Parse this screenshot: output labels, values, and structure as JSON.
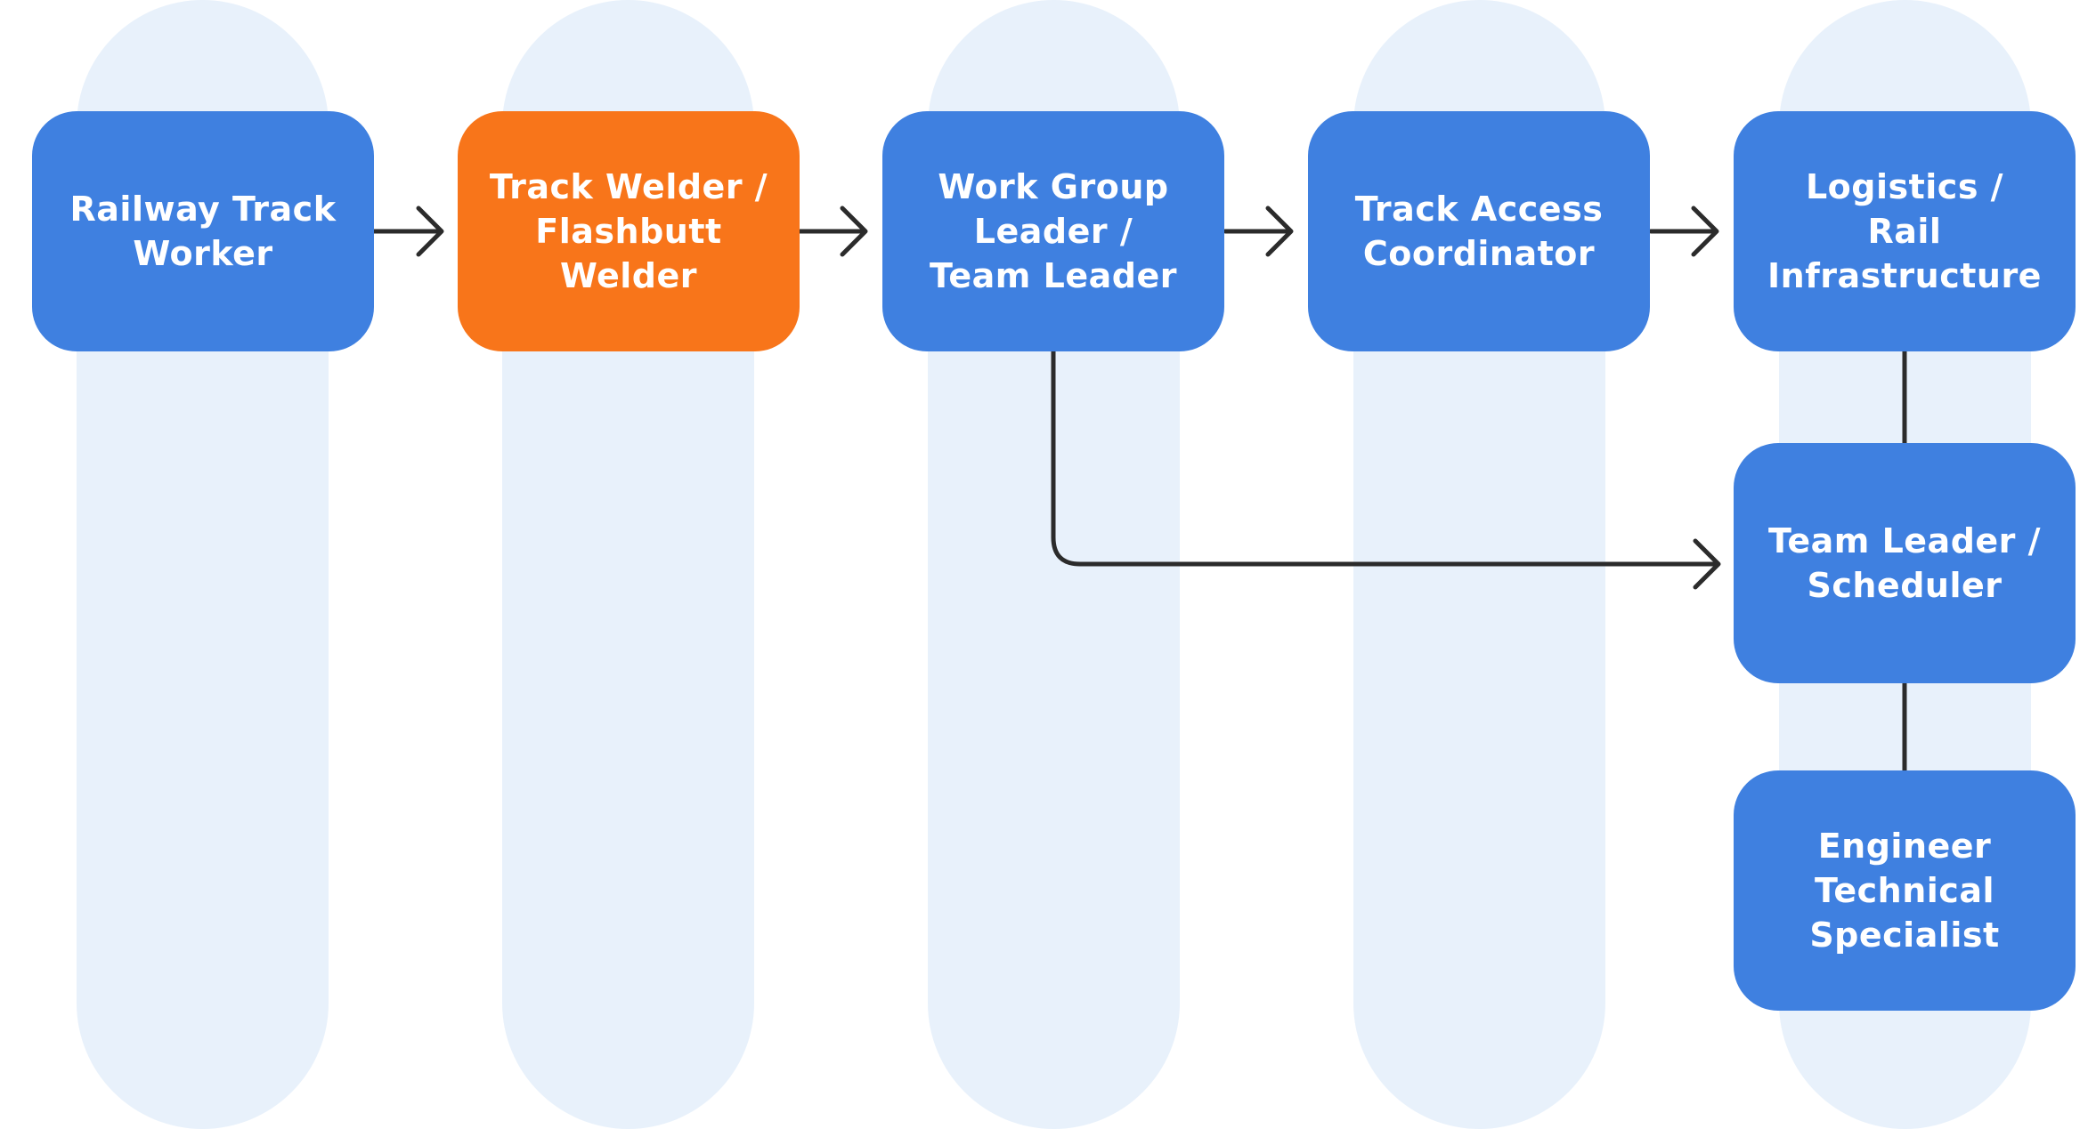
{
  "colors": {
    "lane": "#E8F1FB",
    "node": "#3F80E0",
    "node_highlight": "#F8751A",
    "connector": "#2B2B2B",
    "text": "#FFFFFF"
  },
  "nodes": [
    {
      "id": "railway-track-worker",
      "lines": [
        "Railway Track",
        "Worker"
      ],
      "highlight": false
    },
    {
      "id": "track-welder",
      "lines": [
        "Track Welder /",
        "Flashbutt",
        "Welder"
      ],
      "highlight": true
    },
    {
      "id": "work-group-leader",
      "lines": [
        "Work Group",
        "Leader /",
        "Team Leader"
      ],
      "highlight": false
    },
    {
      "id": "track-access-coordinator",
      "lines": [
        "Track Access",
        "Coordinator"
      ],
      "highlight": false
    },
    {
      "id": "logistics-rail-infrastructure",
      "lines": [
        "Logistics /",
        "Rail",
        "Infrastructure"
      ],
      "highlight": false
    },
    {
      "id": "team-leader-scheduler",
      "lines": [
        "Team Leader /",
        "Scheduler"
      ],
      "highlight": false
    },
    {
      "id": "engineer-technical-specialist",
      "lines": [
        "Engineer",
        "Technical",
        "Specialist"
      ],
      "highlight": false
    }
  ],
  "edges": [
    {
      "from": "railway-track-worker",
      "to": "track-welder",
      "arrow": true
    },
    {
      "from": "track-welder",
      "to": "work-group-leader",
      "arrow": true
    },
    {
      "from": "work-group-leader",
      "to": "track-access-coordinator",
      "arrow": true
    },
    {
      "from": "track-access-coordinator",
      "to": "logistics-rail-infrastructure",
      "arrow": true
    },
    {
      "from": "work-group-leader",
      "to": "team-leader-scheduler",
      "arrow": true
    },
    {
      "from": "logistics-rail-infrastructure",
      "to": "team-leader-scheduler",
      "arrow": false
    },
    {
      "from": "team-leader-scheduler",
      "to": "engineer-technical-specialist",
      "arrow": false
    }
  ]
}
